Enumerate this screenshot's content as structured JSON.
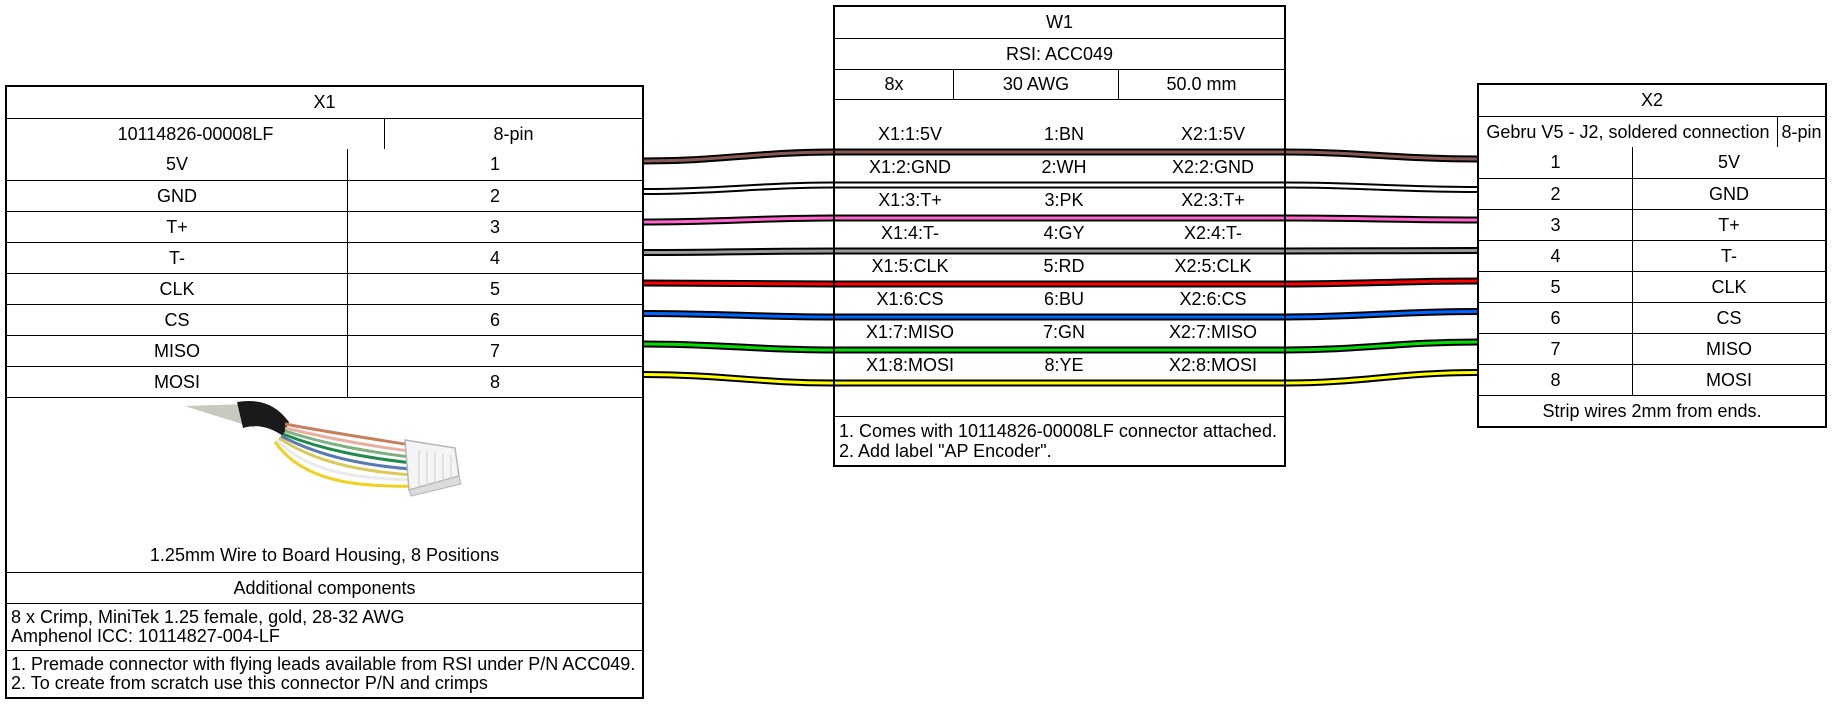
{
  "x1": {
    "title": "X1",
    "part_number": "10114826-00008LF",
    "pin_count": "8-pin",
    "pins": [
      {
        "label": "5V",
        "num": "1"
      },
      {
        "label": "GND",
        "num": "2"
      },
      {
        "label": "T+",
        "num": "3"
      },
      {
        "label": "T-",
        "num": "4"
      },
      {
        "label": "CLK",
        "num": "5"
      },
      {
        "label": "CS",
        "num": "6"
      },
      {
        "label": "MISO",
        "num": "7"
      },
      {
        "label": "MOSI",
        "num": "8"
      }
    ],
    "image_caption": "1.25mm Wire to Board Housing, 8 Positions",
    "additional_header": "Additional components",
    "additional_lines": [
      "8 x Crimp, MiniTek 1.25 female, gold, 28-32 AWG",
      "Amphenol ICC: 10114827-004-LF"
    ],
    "notes": [
      "1. Premade connector with flying leads available from RSI under P/N ACC049.",
      "2. To create from scratch use this connector P/N and crimps"
    ]
  },
  "w1": {
    "title": "W1",
    "rsi": "RSI: ACC049",
    "count": "8x",
    "gauge": "30 AWG",
    "length": "50.0 mm",
    "wires": [
      {
        "from": "X1:1:5V",
        "color_label": "1:BN",
        "to": "X2:1:5V",
        "color": "#895956"
      },
      {
        "from": "X1:2:GND",
        "color_label": "2:WH",
        "to": "X2:2:GND",
        "color": "#ffffff"
      },
      {
        "from": "X1:3:T+",
        "color_label": "3:PK",
        "to": "X2:3:T+",
        "color": "#ff66cc"
      },
      {
        "from": "X1:4:T-",
        "color_label": "4:GY",
        "to": "X2:4:T-",
        "color": "#999999"
      },
      {
        "from": "X1:5:CLK",
        "color_label": "5:RD",
        "to": "X2:5:CLK",
        "color": "#ff0000"
      },
      {
        "from": "X1:6:CS",
        "color_label": "6:BU",
        "to": "X2:6:CS",
        "color": "#0066ff"
      },
      {
        "from": "X1:7:MISO",
        "color_label": "7:GN",
        "to": "X2:7:MISO",
        "color": "#00dd00"
      },
      {
        "from": "X1:8:MOSI",
        "color_label": "8:YE",
        "to": "X2:8:MOSI",
        "color": "#ffff00"
      }
    ],
    "notes": [
      "1. Comes with 10114826-00008LF connector attached.",
      "2. Add label \"AP Encoder\"."
    ]
  },
  "x2": {
    "title": "X2",
    "description": "Gebru V5 - J2, soldered connection",
    "pin_count": "8-pin",
    "pins": [
      {
        "num": "1",
        "label": "5V"
      },
      {
        "num": "2",
        "label": "GND"
      },
      {
        "num": "3",
        "label": "T+"
      },
      {
        "num": "4",
        "label": "T-"
      },
      {
        "num": "5",
        "label": "CLK"
      },
      {
        "num": "6",
        "label": "CS"
      },
      {
        "num": "7",
        "label": "MISO"
      },
      {
        "num": "8",
        "label": "MOSI"
      }
    ],
    "note": "Strip wires 2mm from ends."
  }
}
